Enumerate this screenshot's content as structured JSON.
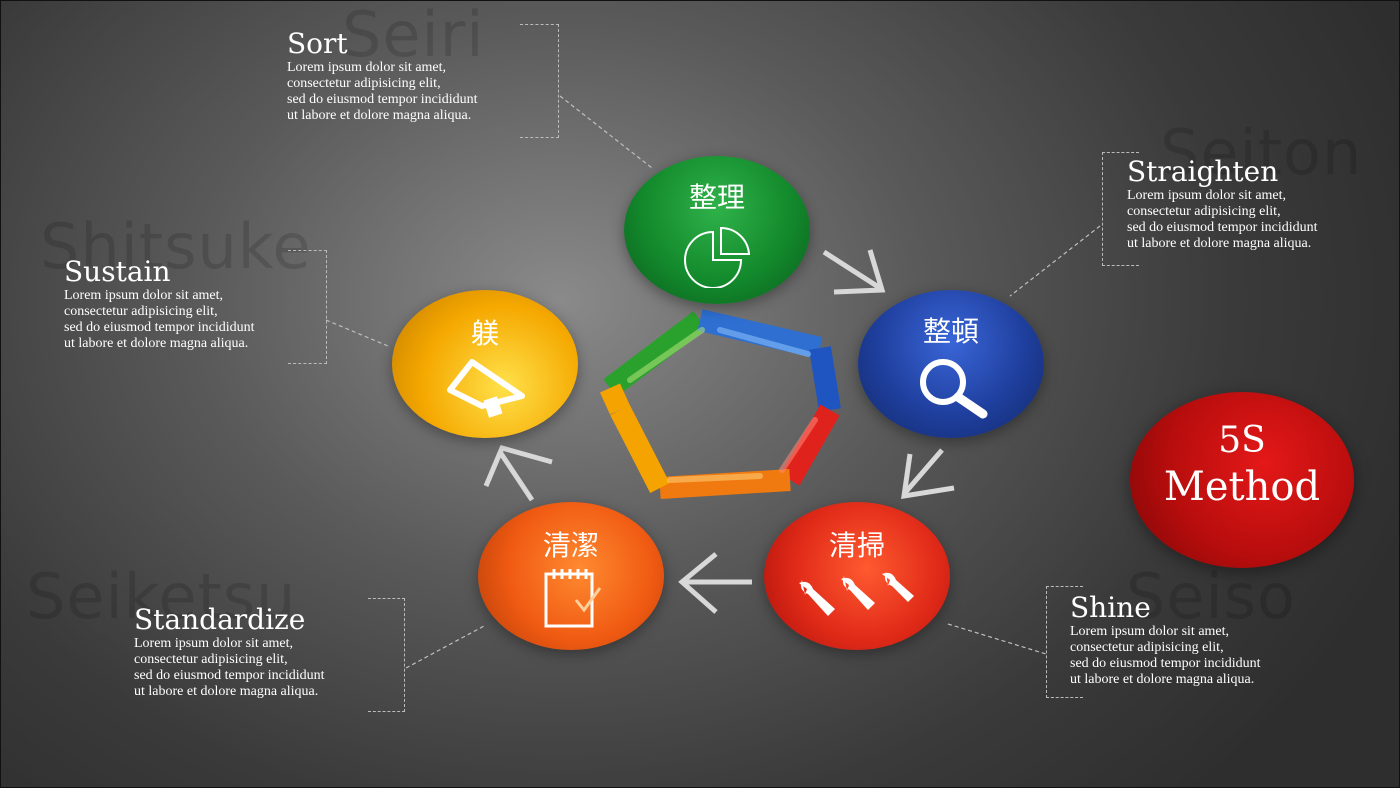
{
  "ghost_words": {
    "seiri": "Seiri",
    "seiton": "Seiton",
    "shitsuke": "Shitsuke",
    "seiketsu": "Seiketsu",
    "seiso": "Seiso"
  },
  "body_lines": [
    "Lorem ipsum dolor sit amet,",
    "consectetur adipisicing elit,",
    "sed do eiusmod tempor incididunt",
    "ut labore et dolore magna aliqua."
  ],
  "steps": {
    "sort": {
      "title": "Sort",
      "kanji": "整理",
      "color": "#138a2c",
      "icon": "pie-chart-icon"
    },
    "straighten": {
      "title": "Straighten",
      "kanji": "整頓",
      "color": "#1f3f9e",
      "icon": "magnifier-icon"
    },
    "shine": {
      "title": "Shine",
      "kanji": "清掃",
      "color": "#e02a18",
      "icon": "wrench-icon"
    },
    "standardize": {
      "title": "Standardize",
      "kanji": "清潔",
      "color": "#f05a12",
      "icon": "checklist-icon"
    },
    "sustain": {
      "title": "Sustain",
      "kanji": "躾",
      "color": "#f5a800",
      "icon": "megaphone-icon"
    }
  },
  "method": {
    "line1": "5S",
    "line2": "Method",
    "color": "#c10f0f"
  },
  "arrow_color": "#d8d8d8"
}
